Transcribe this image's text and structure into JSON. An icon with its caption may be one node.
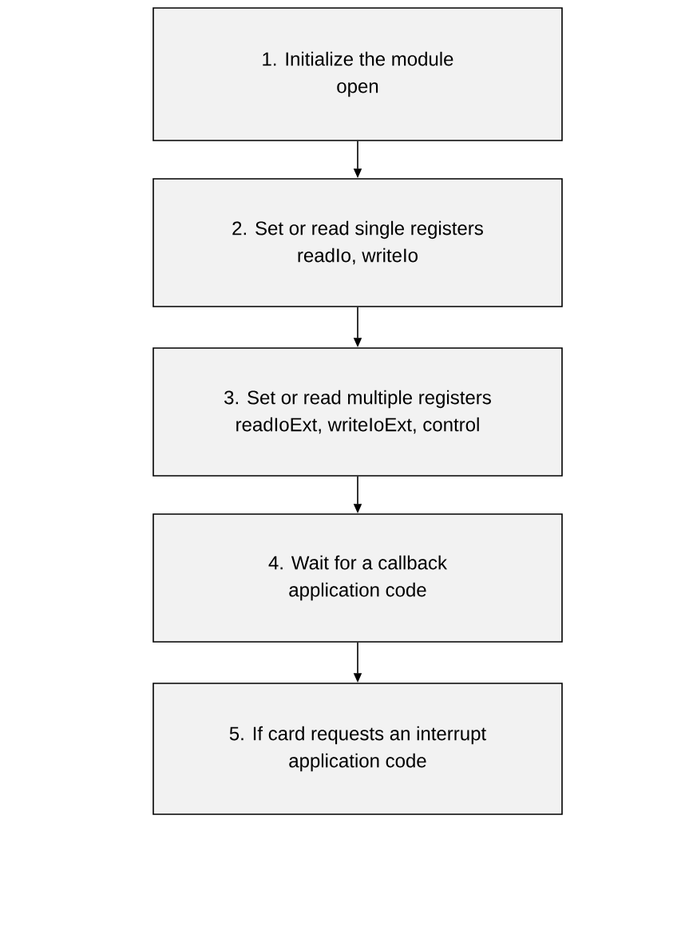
{
  "diagram": {
    "nodes": [
      {
        "text": [
          "1. Initialize the module",
          "open"
        ]
      },
      {
        "text": [
          "2. Set or read single registers",
          "readIo, writeIo"
        ]
      },
      {
        "text": [
          "3. Set or read multiple registers",
          "readIoExt, writeIoExt, control"
        ]
      },
      {
        "text": [
          "4. Wait for a callback",
          "application code"
        ]
      },
      {
        "text": [
          "5. If card requests an interrupt",
          "application code"
        ]
      }
    ],
    "edges": [
      {
        "from": 0,
        "to": 1,
        "arrow": "to"
      },
      {
        "from": 1,
        "to": 2,
        "arrow": "to"
      },
      {
        "from": 2,
        "to": 3,
        "arrow": "to"
      },
      {
        "from": 3,
        "to": 4,
        "arrow": "to"
      }
    ]
  }
}
